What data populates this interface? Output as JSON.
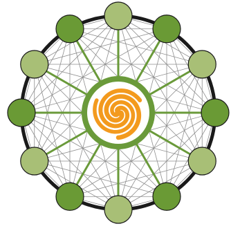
{
  "diagram": {
    "node_count": 12,
    "center_icon": "orange-spiral-icon",
    "colors": {
      "outer_ring": "#1a1a1a",
      "mesh_lines": "#8e8e8e",
      "spokes": "#6a9a3a",
      "center_ring": "#6a9a3a",
      "spiral": "#f39a1e",
      "node_dark": "#6a9a35",
      "node_light": "#a8bf76",
      "node_stroke": "#1a1a1a"
    },
    "nodes": [
      {
        "id": 0,
        "shade": "light"
      },
      {
        "id": 1,
        "shade": "dark"
      },
      {
        "id": 2,
        "shade": "light"
      },
      {
        "id": 3,
        "shade": "dark"
      },
      {
        "id": 4,
        "shade": "light"
      },
      {
        "id": 5,
        "shade": "dark"
      },
      {
        "id": 6,
        "shade": "light"
      },
      {
        "id": 7,
        "shade": "dark"
      },
      {
        "id": 8,
        "shade": "light"
      },
      {
        "id": 9,
        "shade": "dark"
      },
      {
        "id": 10,
        "shade": "light"
      },
      {
        "id": 11,
        "shade": "dark"
      }
    ]
  }
}
